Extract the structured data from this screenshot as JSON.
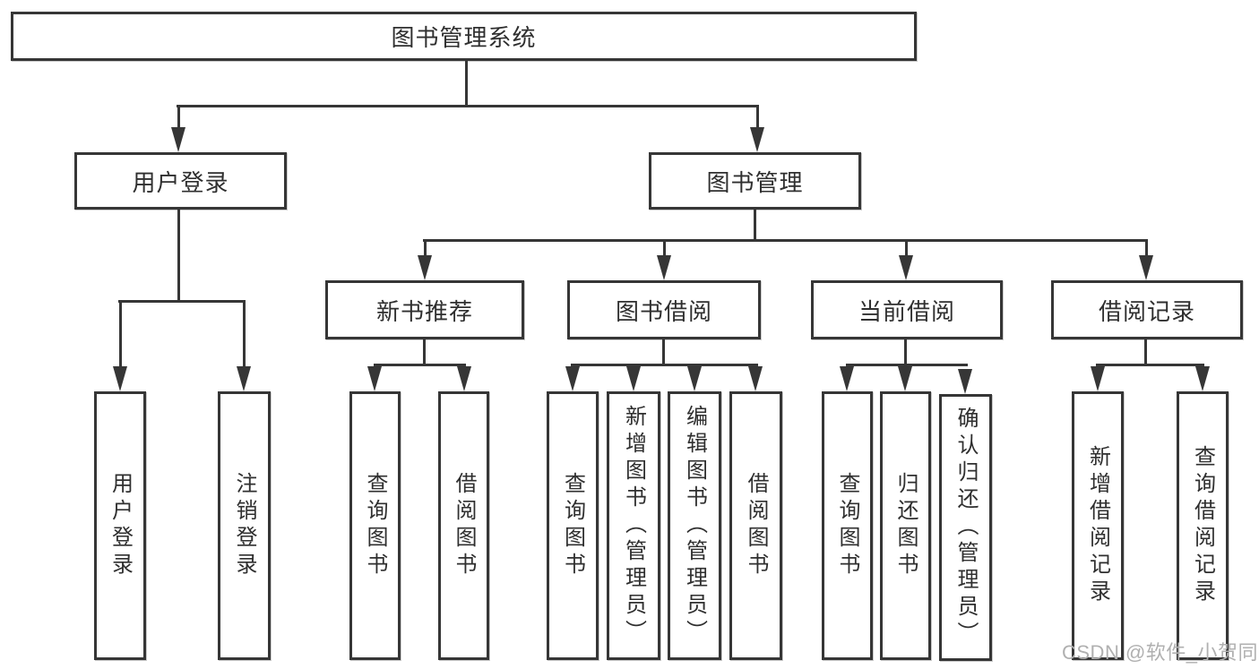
{
  "colors": {
    "line": "#363636",
    "text": "#2f2f2f",
    "background": "#ffffff",
    "watermark": "#b0b0b0"
  },
  "watermark": "CSDN @软件_小贺同学",
  "nodes": {
    "root": {
      "label": "图书管理系统"
    },
    "level2": [
      {
        "label": "用户登录"
      },
      {
        "label": "图书管理"
      }
    ],
    "level3": [
      {
        "label": "新书推荐"
      },
      {
        "label": "图书借阅"
      },
      {
        "label": "当前借阅"
      },
      {
        "label": "借阅记录"
      }
    ],
    "level4": {
      "user_login": [
        {
          "label": "用户登录"
        },
        {
          "label": "注销登录"
        }
      ],
      "new_books": [
        {
          "label": "查询图书"
        },
        {
          "label": "借阅图书"
        }
      ],
      "book_borrow": [
        {
          "label": "查询图书"
        },
        {
          "label": "新增图书（管理员）"
        },
        {
          "label": "编辑图书（管理员）"
        },
        {
          "label": "借阅图书"
        }
      ],
      "current_borrow": [
        {
          "label": "查询图书"
        },
        {
          "label": "归还图书"
        },
        {
          "label": "确认归还（管理员）"
        }
      ],
      "borrow_records": [
        {
          "label": "新增借阅记录"
        },
        {
          "label": "查询借阅记录"
        }
      ]
    }
  }
}
